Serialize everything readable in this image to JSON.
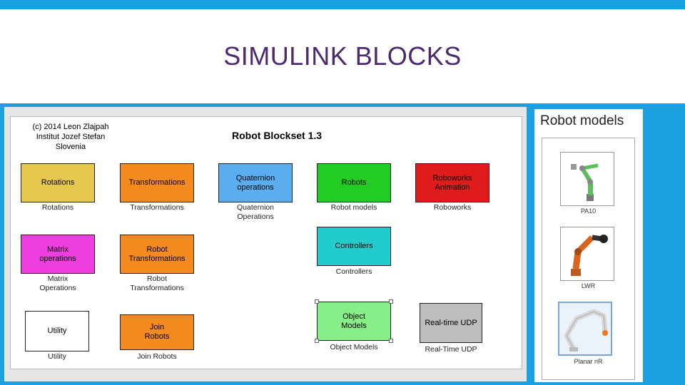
{
  "slide": {
    "title": "SIMULINK BLOCKS"
  },
  "simulink": {
    "credit_lines": [
      "(c) 2014 Leon Zlajpah",
      "Institut Jozef Stefan",
      "Slovenia"
    ],
    "blockset_title": "Robot Blockset 1.3",
    "blocks": [
      {
        "text": "Rotations",
        "label": "Rotations",
        "color": "#e6c84e"
      },
      {
        "text": "Transformations",
        "label": "Transformations",
        "color": "#f58a1f"
      },
      {
        "text": "Quaternion\noperations",
        "label": "Quaternion\nOperations",
        "color": "#5aaef0"
      },
      {
        "text": "Robots",
        "label": "Robot models",
        "color": "#22cc22"
      },
      {
        "text": "Roboworks\nAnimation",
        "label": "Roboworks",
        "color": "#e01b1b"
      },
      {
        "text": "Matrix\noperations",
        "label": "Matrix\nOperations",
        "color": "#ee3ee0"
      },
      {
        "text": "Robot\nTransformations",
        "label": "Robot\nTransformations",
        "color": "#f58a1f"
      },
      {
        "text": "Controllers",
        "label": "Controllers",
        "color": "#22cccc"
      },
      {
        "text": "Utility",
        "label": "Utility",
        "color": "#ffffff"
      },
      {
        "text": "Join\nRobots",
        "label": "Join Robots",
        "color": "#f58a1f"
      },
      {
        "text": "Object\nModels",
        "label": "Object Models",
        "color": "#88ee88"
      },
      {
        "text": "Real-time UDP",
        "label": "Real-Time UDP",
        "color": "#bdbdbd"
      }
    ]
  },
  "robot_models": {
    "title": "Robot models",
    "items": [
      {
        "label": "PA10"
      },
      {
        "label": "LWR"
      },
      {
        "label": "Planar nR"
      }
    ]
  }
}
